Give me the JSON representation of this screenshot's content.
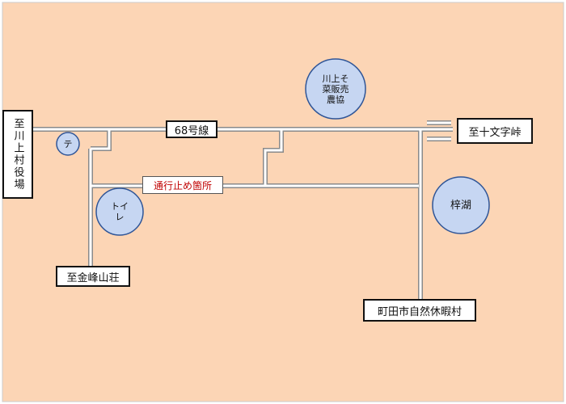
{
  "colors": {
    "background": "#FCD5B5",
    "road": "#ffffff",
    "road_edge": "#8a8a8a",
    "circle_fill": "#C6D6F2",
    "circle_stroke": "#2F5597",
    "closed_text": "#C00000"
  },
  "labels": {
    "to_kawakami": "至川上村役場",
    "route": "68号線",
    "to_jumonji": "至十文字峠",
    "closed": "通行止め箇所",
    "to_kinpu": "至金峰山荘",
    "machida": "町田市自然休暇村"
  },
  "places": {
    "farm_shop": "川上そ\n菜販売\n農協",
    "te": "テ",
    "toilet": "トイ\nレ",
    "azusa_lake": "梓湖"
  }
}
